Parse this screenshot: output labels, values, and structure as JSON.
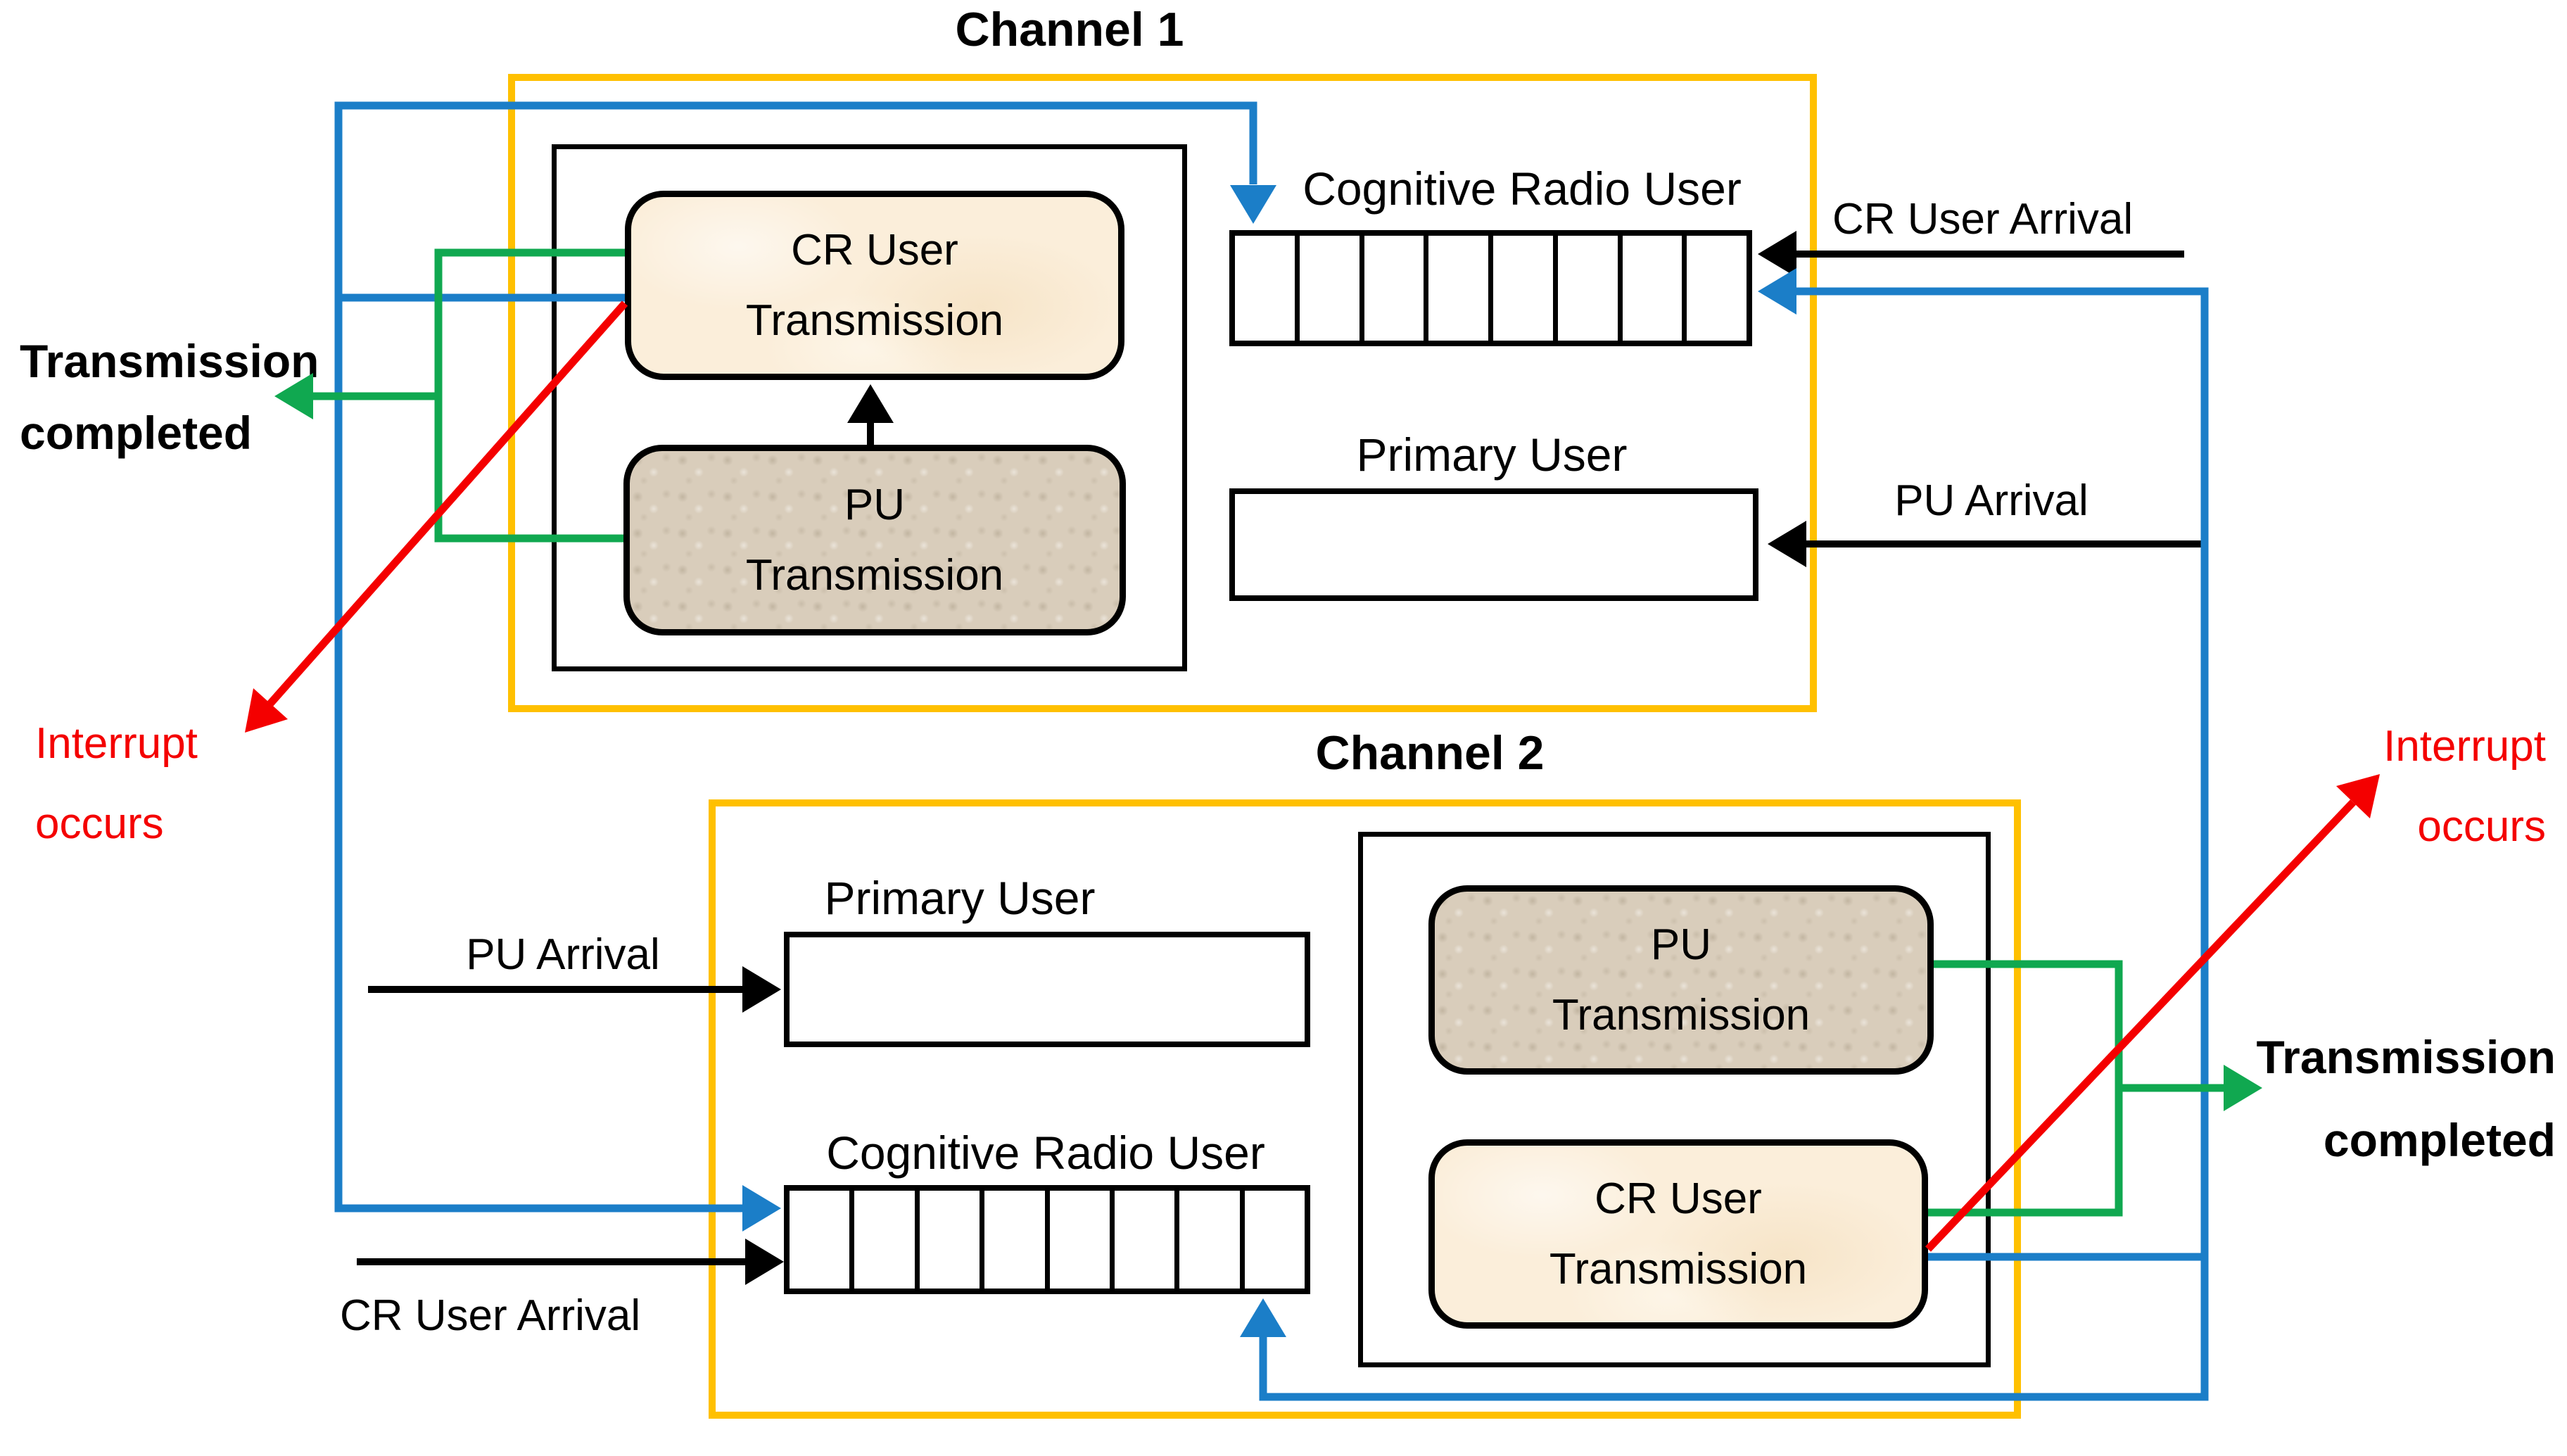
{
  "colors": {
    "yellow": "#FFC000",
    "blue": "#1B7EC8",
    "green": "#10A850",
    "red": "#F40000",
    "cr_fill": "#FBEEDA",
    "pu_fill": "#D9CDBB"
  },
  "channel1": {
    "title": "Channel 1",
    "cr_box": {
      "line1": "CR User",
      "line2": "Transmission"
    },
    "pu_box": {
      "line1": "PU",
      "line2": "Transmission"
    },
    "queue_label": "Cognitive Radio User",
    "primary_label": "Primary User",
    "cr_arrival_label": "CR User Arrival",
    "pu_arrival_label": "PU Arrival",
    "completed": {
      "line1": "Transmission",
      "line2": "completed"
    },
    "interrupt": {
      "line1": "Interrupt",
      "line2": "occurs"
    }
  },
  "channel2": {
    "title": "Channel 2",
    "cr_box": {
      "line1": "CR User",
      "line2": "Transmission"
    },
    "pu_box": {
      "line1": "PU",
      "line2": "Transmission"
    },
    "queue_label": "Cognitive Radio User",
    "primary_label": "Primary User",
    "cr_arrival_label": "CR User Arrival",
    "pu_arrival_label": "PU Arrival",
    "completed": {
      "line1": "Transmission",
      "line2": "completed"
    },
    "interrupt": {
      "line1": "Interrupt",
      "line2": "occurs"
    }
  }
}
